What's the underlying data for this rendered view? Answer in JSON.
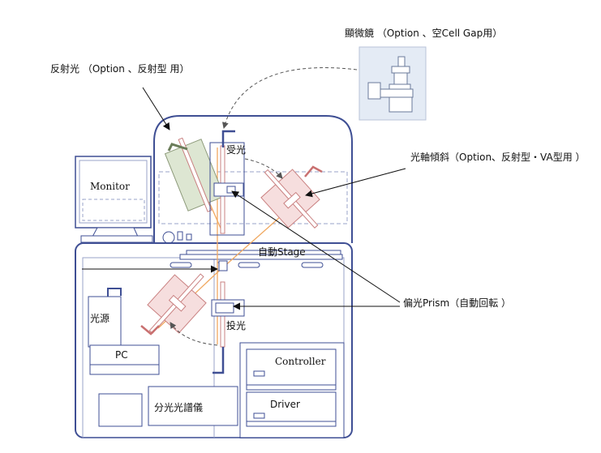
{
  "labels": {
    "microscope": "顯微鏡 （Option 、空Cell Gap用）",
    "reflected_light": "反射光 （Option 、反射型 用）",
    "receiver": "受光",
    "tilt": "光軸傾斜（Option、反射型・VA型用 ）",
    "monitor": "Monitor",
    "stage": "自動Stage",
    "light_source": "光源",
    "polarizer_prism": "偏光Prism（自動回転 ）",
    "emitter": "投光",
    "controller": "Controller",
    "pc": "PC",
    "driver": "Driver",
    "spectrometer": "分光光譜儀"
  },
  "colors": {
    "frame": "#3f4f94",
    "inner": "#9aa3c8",
    "beam": "#f0a860",
    "pink_fill": "#f6dede",
    "pink_stroke": "#c98080",
    "green_fill": "#dde6d2",
    "green_stroke": "#8d9a7a",
    "microscope_fill": "#e4ebf5"
  }
}
